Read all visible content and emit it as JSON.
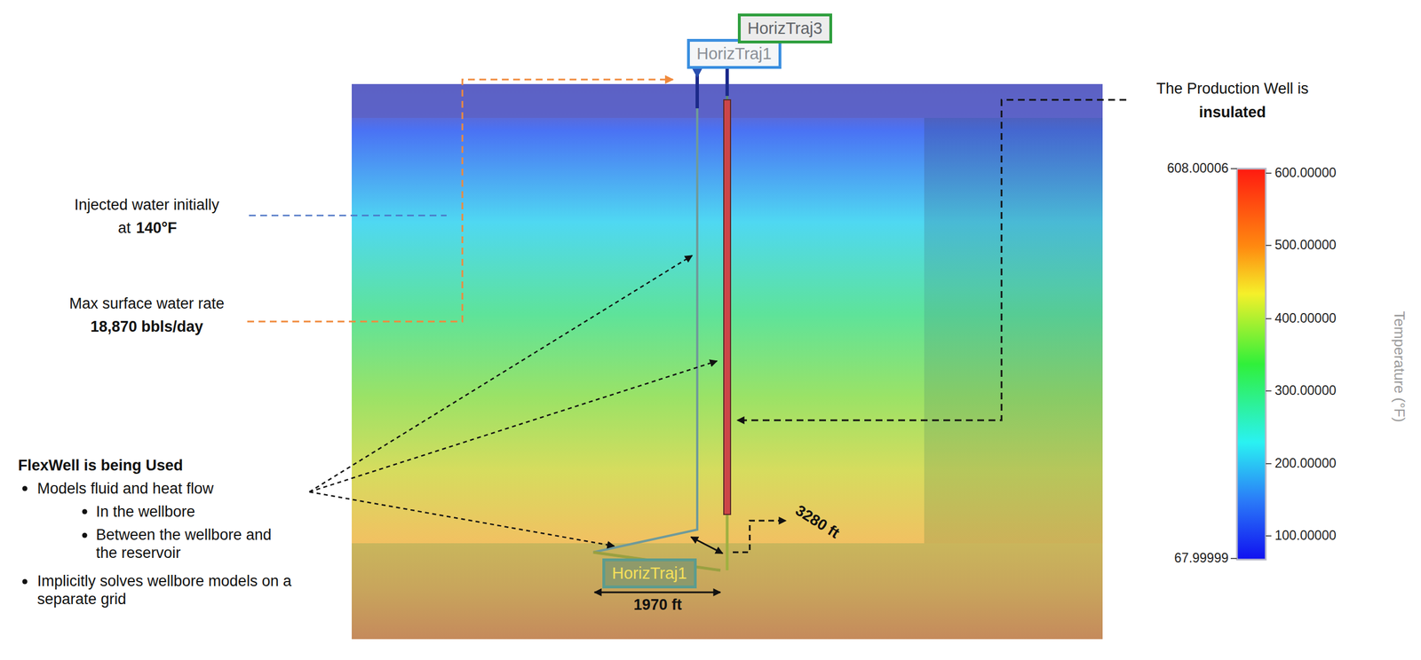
{
  "diagram": {
    "nodes": [
      {
        "text": [
          "HorizTraj1"
        ]
      },
      {
        "text": [
          "HorizTraj3"
        ]
      },
      {
        "text": [
          "HorizTraj1"
        ]
      }
    ],
    "labels": [
      "Injected water initially",
      "at",
      "140°F",
      "Max surface water rate",
      "18,870 bbls/day",
      "The Production Well is",
      "insulated",
      "FlexWell is being Used",
      "Models fluid and heat flow",
      "In the wellbore",
      "Between the wellbore and the reservoir",
      "Implicitly solves wellbore models on a separate grid",
      "3280 ft",
      "1970 ft",
      "608.00006",
      "67.99999",
      "600.00000",
      "500.00000",
      "400.00000",
      "300.00000",
      "200.00000",
      "100.00000",
      "Temperature (°F)"
    ]
  }
}
